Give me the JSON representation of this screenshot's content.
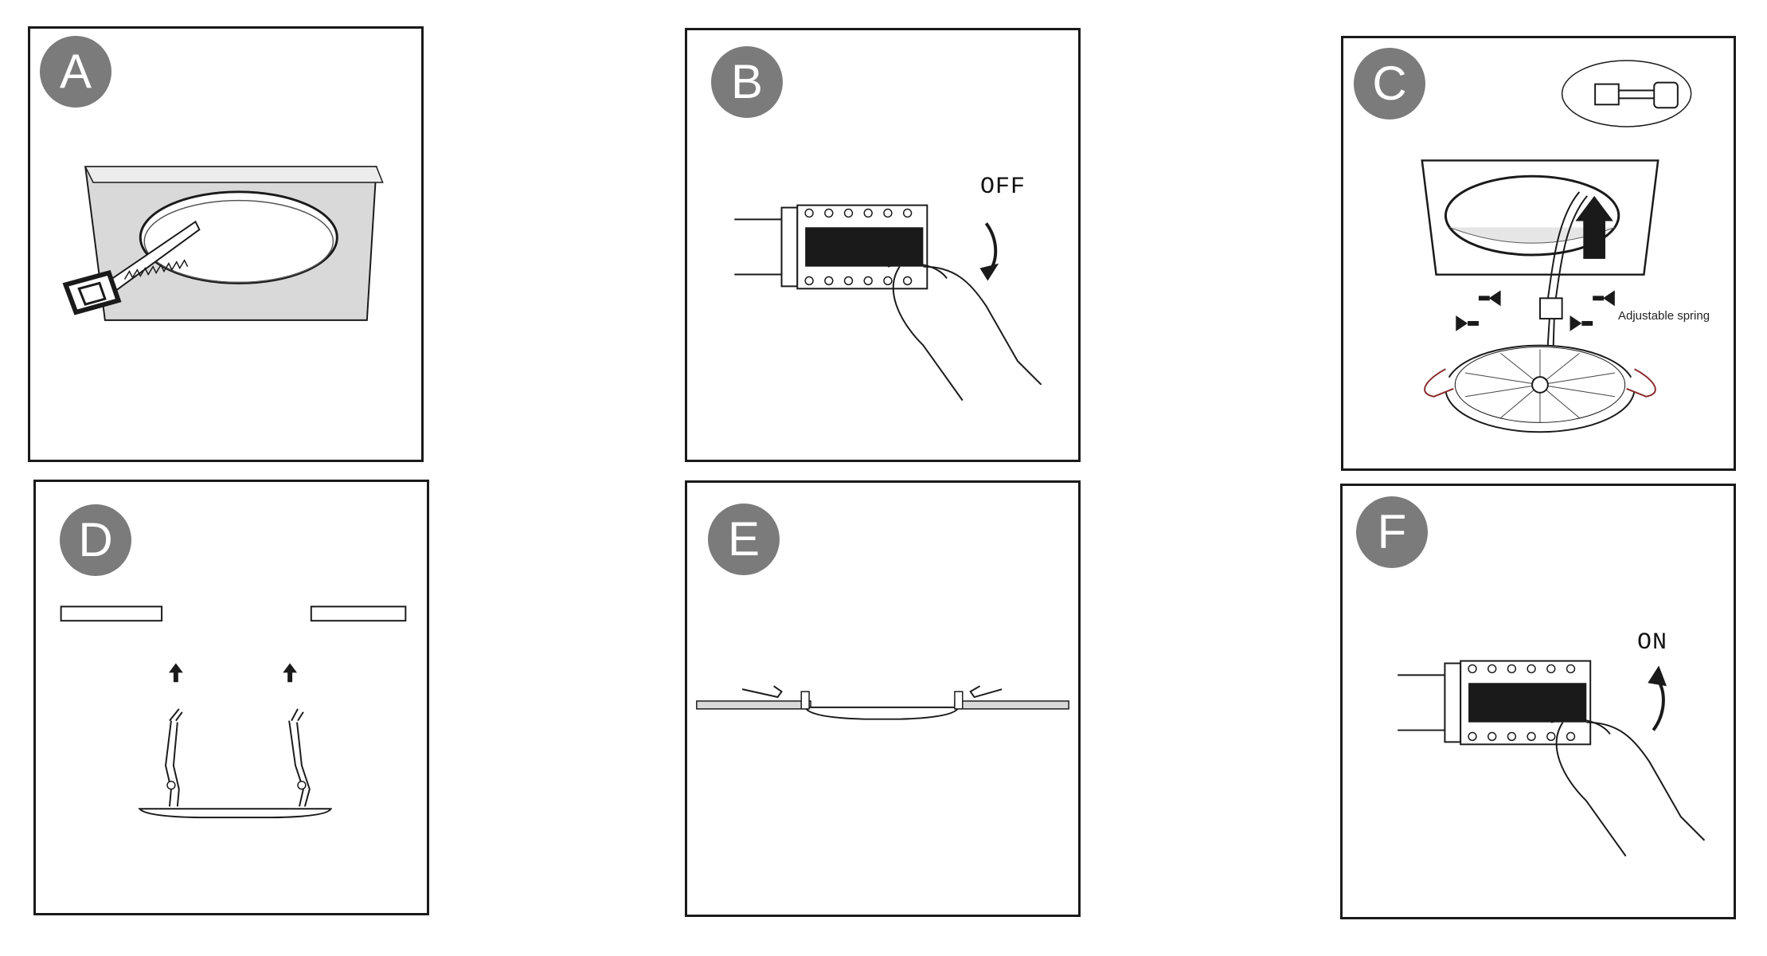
{
  "panels": [
    {
      "id": "A",
      "letter": "A"
    },
    {
      "id": "B",
      "letter": "B",
      "label": "OFF"
    },
    {
      "id": "C",
      "letter": "C",
      "label": "Adjustable spring"
    },
    {
      "id": "D",
      "letter": "D"
    },
    {
      "id": "E",
      "letter": "E"
    },
    {
      "id": "F",
      "letter": "F",
      "label": "ON"
    }
  ],
  "colors": {
    "badge": "#7b7b7b",
    "line": "#1a1a1a",
    "ceiling": "#d9d9d9"
  }
}
